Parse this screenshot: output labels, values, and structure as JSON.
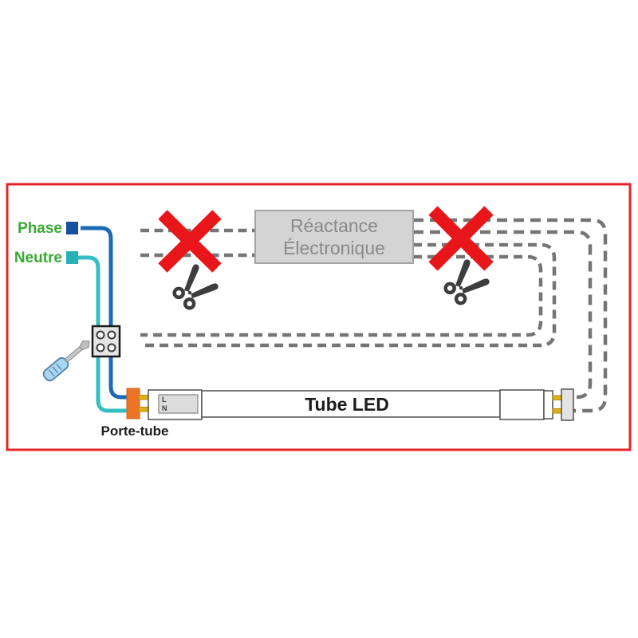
{
  "labels": {
    "phase": "Phase",
    "neutre": "Neutre",
    "ballast_line1": "Réactance",
    "ballast_line2": "Électronique",
    "tube_led": "Tube LED",
    "porte_tube": "Porte-tube",
    "pin_l": "L",
    "pin_n": "N"
  },
  "icons": {
    "forbidden_left": "red-x-icon",
    "forbidden_right": "red-x-icon",
    "cut_left": "scissors-icon",
    "cut_right": "scissors-icon",
    "tool": "screwdriver-icon",
    "connector_block": "junction-box"
  },
  "colors": {
    "border-red": "#e42528",
    "x-red": "#e8151a",
    "wire-gray": "#757575",
    "phase-blue": "#1b6ab5",
    "phase-square": "#17519e",
    "neutre-teal": "#35bdc2",
    "neutre-square": "#28b2b5",
    "label-green": "#3aaa35",
    "ballast-fill": "#d4d4d4",
    "ballast-stroke": "#a3a3a3",
    "ballast-text": "#8a8a8a",
    "orange": "#ee7425",
    "gold": "#dfae1b",
    "tool-blue": "#a9d6f5",
    "tool-blue-dark": "#5d87a8",
    "metal": "#c6c6c6",
    "scissors": "#3d3d3d",
    "jbox-fill": "#e5e5e5",
    "ln-fill": "#dcdcdc",
    "tube-stroke": "#5a5a5a",
    "text-black": "#1c1c1c"
  }
}
